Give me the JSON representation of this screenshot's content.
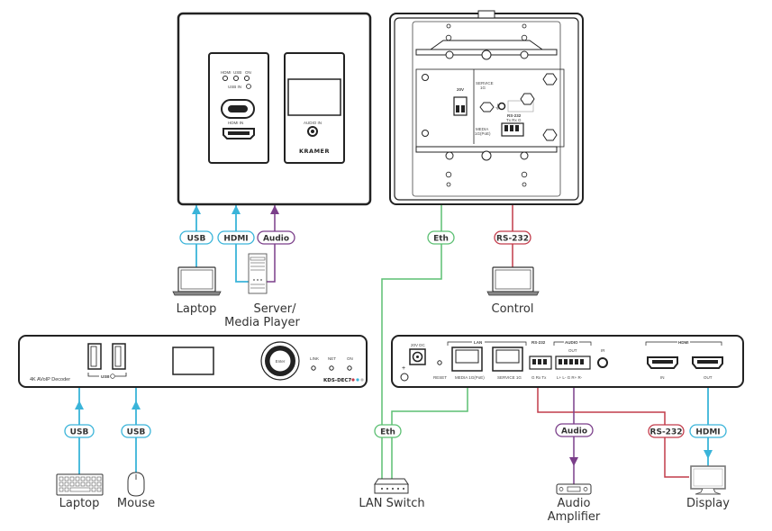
{
  "colors": {
    "usb": "#3ab4d9",
    "hdmi": "#3ab4d9",
    "audio": "#7b3f8a",
    "eth": "#5bbf72",
    "rs232": "#c23b4a",
    "device_stroke": "#222222"
  },
  "wall_plate_front": {
    "led_labels": [
      "HDMI",
      "USB",
      "ON"
    ],
    "usb_in_label": "USB IN",
    "hdmi_in_label": "HDMI IN",
    "audio_in_label": "AUDIO IN",
    "brand": "KRAMER"
  },
  "wall_plate_rear": {
    "power_label": "20V",
    "service_label": "SERVICE",
    "service_sub": "1G",
    "media_label": "MEDIA",
    "media_sub": "1G(PoE)",
    "rs232_label": "RS-232",
    "rs232_pins": "Tx Rx G"
  },
  "top_cables": [
    {
      "label": "USB",
      "type": "usb"
    },
    {
      "label": "HDMI",
      "type": "hdmi"
    },
    {
      "label": "Audio",
      "type": "audio"
    },
    {
      "label": "Eth",
      "type": "eth"
    },
    {
      "label": "RS-232",
      "type": "rs232"
    }
  ],
  "top_devices": {
    "laptop": "Laptop",
    "server_line1": "Server/",
    "server_line2": "Media Player",
    "control": "Control"
  },
  "decoder_front": {
    "model_desc": "4K AVoIP Decoder",
    "usb_label": "USB",
    "enter_label": "Enter",
    "leds": [
      "LINK",
      "NET",
      "ON"
    ],
    "model": "KDS-DEC7"
  },
  "decoder_rear": {
    "power_label": "20V DC",
    "reset_label": "RESET",
    "lan_label": "LAN",
    "media_port": "MEDIA 1G(PoE)",
    "service_port": "SERVICE 1G",
    "rs232_label": "RS-232",
    "rs232_pins": "G  Rx  Tx",
    "audio_label": "AUDIO",
    "audio_out": "OUT",
    "audio_pins": "L+ L-  G  R+ R-",
    "ir_label": "IR",
    "hdmi_label": "HDMI",
    "hdmi_in": "IN",
    "hdmi_out": "OUT"
  },
  "bottom_cables": [
    {
      "label": "USB",
      "type": "usb"
    },
    {
      "label": "USB",
      "type": "usb"
    },
    {
      "label": "Eth",
      "type": "eth"
    },
    {
      "label": "Audio",
      "type": "audio"
    },
    {
      "label": "RS-232",
      "type": "rs232"
    },
    {
      "label": "HDMI",
      "type": "hdmi"
    }
  ],
  "bottom_devices": {
    "keyboard": "Laptop",
    "mouse": "Mouse",
    "lan_switch": "LAN Switch",
    "amp_line1": "Audio",
    "amp_line2": "Amplifier",
    "display": "Display"
  }
}
